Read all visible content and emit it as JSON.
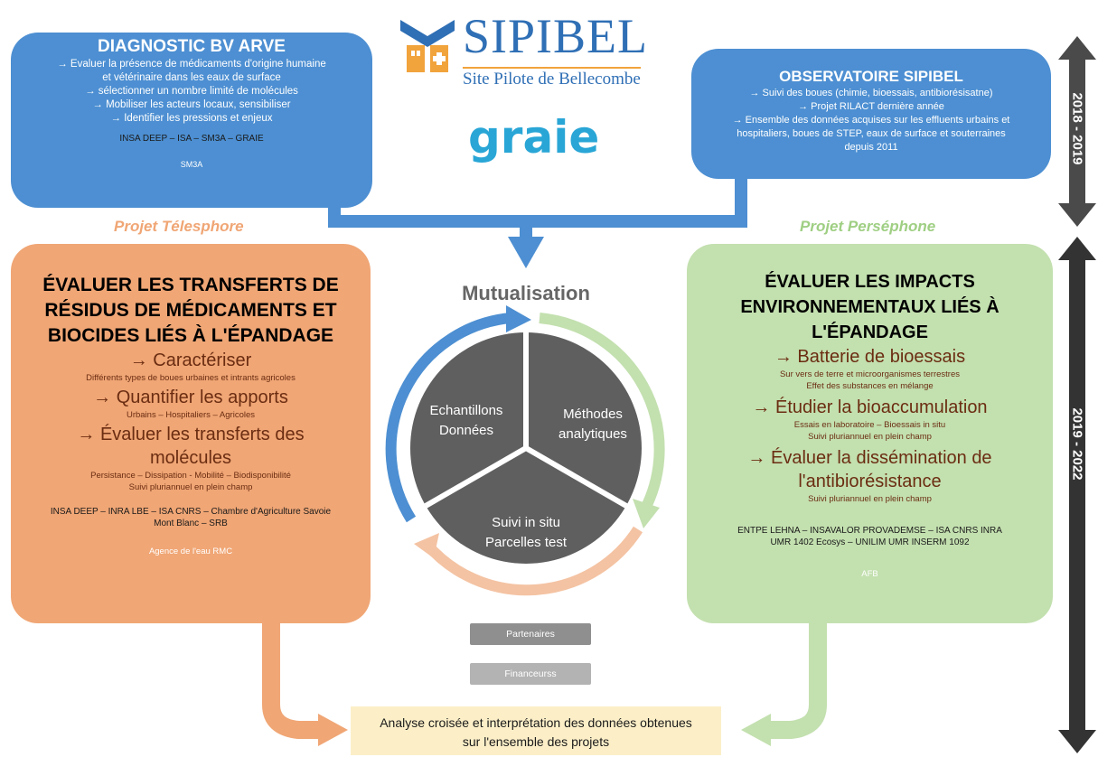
{
  "logos": {
    "sipibel": "SIPIBEL",
    "sipibel_subtitle": "Site Pilote de Bellecombe",
    "graie": "graie"
  },
  "timeline": {
    "period1": "2018 - 2019",
    "period2": "2019 - 2022"
  },
  "diagnostic": {
    "title": "DIAGNOSTIC BV ARVE",
    "items": [
      "→  Evaluer la présence de médicaments d'origine humaine et vétérinaire dans les eaux de surface",
      "→  sélectionner un nombre limité de molécules",
      "→  Mobiliser les acteurs locaux, sensibiliser",
      "→  Identifier les pressions et enjeux"
    ],
    "partners": "INSA DEEP – ISA – SM3A – GRAIE",
    "funder": "SM3A"
  },
  "observatoire": {
    "title": "OBSERVATOIRE SIPIBEL",
    "items": [
      "→  Suivi des boues (chimie, bioessais, antibiorésisatne)",
      "→  Projet RILACT dernière année",
      "→  Ensemble des données acquises sur les effluents urbains et hospitaliers, boues de STEP, eaux de surface et souterraines depuis 2011"
    ]
  },
  "telesphore": {
    "project_label": "Projet Télesphore",
    "title": "ÉVALUER LES TRANSFERTS DE RÉSIDUS DE MÉDICAMENTS ET BIOCIDES LIÉS À L'ÉPANDAGE",
    "actions": [
      {
        "head": "→ Caractériser",
        "detail": "Différents types de boues urbaines et intrants agricoles"
      },
      {
        "head": "→ Quantifier les apports",
        "detail": "Urbains – Hospitaliers – Agricoles"
      },
      {
        "head": "→ Évaluer les transferts des molécules",
        "detail": "Persistance – Dissipation - Mobilité – Biodisponibilité"
      }
    ],
    "extra": "Suivi pluriannuel en plein champ",
    "partners": "INSA DEEP – INRA LBE  – ISA CNRS – Chambre d'Agriculture Savoie Mont Blanc – SRB",
    "funder": "Agence de l'eau RMC"
  },
  "persephone": {
    "project_label": "Projet Perséphone",
    "title": "ÉVALUER LES IMPACTS ENVIRONNEMENTAUX LIÉS À L'ÉPANDAGE",
    "actions": [
      {
        "head": "→ Batterie de bioessais",
        "detail": "Sur vers de terre et microorganismes terrestres",
        "detail2": "Effet des substances en mélange"
      },
      {
        "head": "→ Étudier la bioaccumulation",
        "detail": "Essais en laboratoire – Bioessais in situ",
        "detail2": "Suivi pluriannuel en plein champ"
      },
      {
        "head": "→ Évaluer la dissémination de l'antibiorésistance",
        "detail": "Suivi pluriannuel en plein champ",
        "detail2": ""
      }
    ],
    "partners": "ENTPE LEHNA – INSAVALOR PROVADEMSE – ISA CNRS INRA UMR 1402 Ecosys – UNILIM UMR INSERM 1092",
    "funder": "AFB"
  },
  "center": {
    "title": "Mutualisation",
    "seg1": "Echantillons Données",
    "seg2": "Méthodes analytiques",
    "seg3_line1": "Suivi in situ",
    "seg3_line2": "Parcelles test"
  },
  "legend": {
    "partners": "Partenaires",
    "funders": "Financeurss"
  },
  "bottom": {
    "text": "Analyse croisée et interprétation des données obtenues sur l'ensemble des projets"
  },
  "colors": {
    "blue": "#4d8fd2",
    "orange": "#f0a675",
    "green": "#c3e0af",
    "gray": "#5f5f5f",
    "timeline": "#4a4a4a",
    "bottom": "#fcefc8"
  }
}
